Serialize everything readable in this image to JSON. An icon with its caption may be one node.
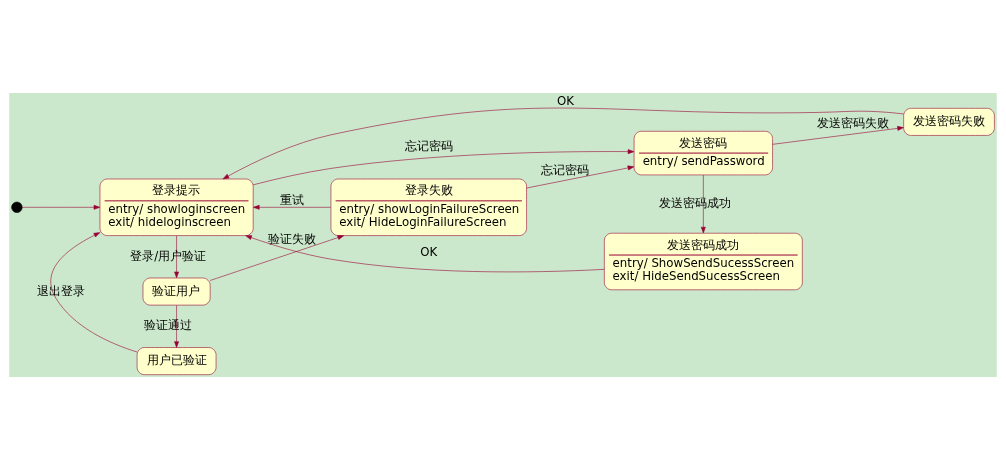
{
  "diagram": {
    "nodes": [
      {
        "text": [],
        "shape": "circle"
      },
      {
        "text": [
          "登录提示",
          "entry/ showloginscreen",
          "exit/ hideloginscreen"
        ]
      },
      {
        "text": [
          "发送密码",
          "entry/ sendPassword"
        ]
      },
      {
        "text": [
          "发送密码失败"
        ]
      },
      {
        "text": [
          "验证用户"
        ]
      },
      {
        "text": [
          "登录失败",
          "entry/ showLoginFailureScreen",
          "exit/ HideLoginFailureScreen"
        ]
      },
      {
        "text": [
          "用户已验证"
        ]
      },
      {
        "text": [
          "发送密码成功",
          "entry/ ShowSendSucessScreen",
          "exit/ HideSendSucessScreen"
        ]
      }
    ],
    "edges": [
      {
        "from": 0,
        "to": 1,
        "arrow": "to"
      },
      {
        "from": 1,
        "to": 2,
        "arrow": "to",
        "label": "忘记密码"
      },
      {
        "from": 2,
        "to": 3,
        "arrow": "to",
        "label": "发送密码失败"
      },
      {
        "from": 3,
        "to": 1,
        "arrow": "to",
        "label": "OK"
      },
      {
        "from": 1,
        "to": 4,
        "arrow": "to",
        "label": "登录/用户验证"
      },
      {
        "from": 4,
        "to": 5,
        "arrow": "to",
        "label": "验证失败"
      },
      {
        "from": 5,
        "to": 1,
        "arrow": "to",
        "label": "重试"
      },
      {
        "from": 5,
        "to": 2,
        "arrow": "to",
        "label": "忘记密码"
      },
      {
        "from": 4,
        "to": 6,
        "arrow": "to",
        "label": "验证通过"
      },
      {
        "from": 6,
        "to": 1,
        "arrow": "to",
        "label": "退出登录"
      },
      {
        "from": 2,
        "to": 7,
        "arrow": "to",
        "label": "发送密码成功"
      },
      {
        "from": 7,
        "to": 1,
        "arrow": "to",
        "label": "OK"
      }
    ]
  }
}
